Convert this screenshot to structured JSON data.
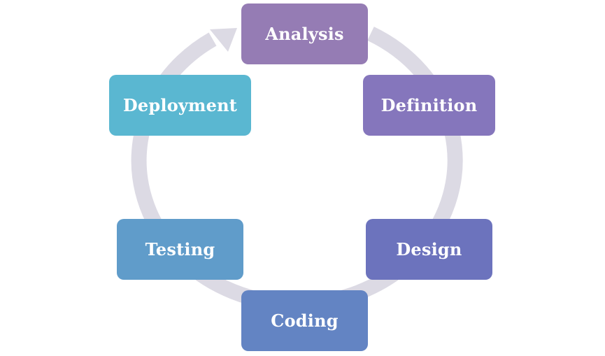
{
  "diagram": {
    "type": "cycle",
    "ring_color": "#dcdae4",
    "stages": [
      {
        "id": "analysis",
        "label": "Analysis",
        "color": "#957cb4"
      },
      {
        "id": "definition",
        "label": "Definition",
        "color": "#8576bc"
      },
      {
        "id": "design",
        "label": "Design",
        "color": "#6c73bd"
      },
      {
        "id": "coding",
        "label": "Coding",
        "color": "#6384c3"
      },
      {
        "id": "testing",
        "label": "Testing",
        "color": "#609cca"
      },
      {
        "id": "deployment",
        "label": "Deployment",
        "color": "#5ab7d1"
      }
    ]
  }
}
